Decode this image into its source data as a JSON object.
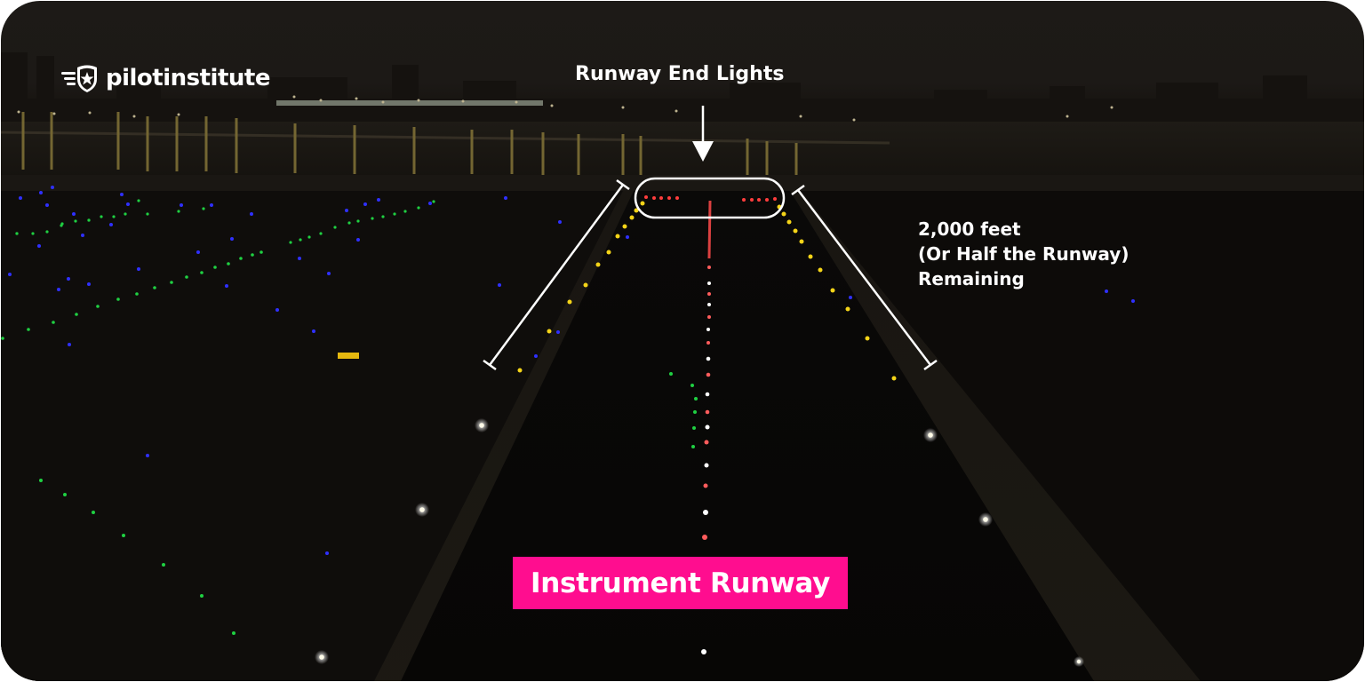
{
  "brand": {
    "name": "pilotinstitute",
    "logo_icon": "winged-shield-star-icon"
  },
  "annotations": {
    "runway_end_lights": "Runway End Lights",
    "remaining_line1": "2,000 feet",
    "remaining_line2": "(Or Half the Runway)",
    "remaining_line3": "Remaining",
    "badge": "Instrument Runway"
  },
  "colors": {
    "badge_background": "#ff0d8f",
    "annotation_text": "#ffffff",
    "edge_lights_caution": "#f2d21a",
    "edge_lights_white": "#fffbe8",
    "centerline_red": "#ff4a4a",
    "runway_end_red": "#ff3b3b",
    "taxiway_edge_blue": "#2a2cff",
    "taxiway_center_green": "#20d040",
    "sky": "#1c1916",
    "ground": "#0b0908"
  },
  "scene": {
    "description": "Night view down an instrument runway; yellow caution-zone edge lights over the last 2,000 feet, red runway end lights circled at the far end, alternating red/white centerline lights, blue taxiway edge lights and green taxiway centerline lights to the left, city skyline and bridge across water in the background."
  }
}
